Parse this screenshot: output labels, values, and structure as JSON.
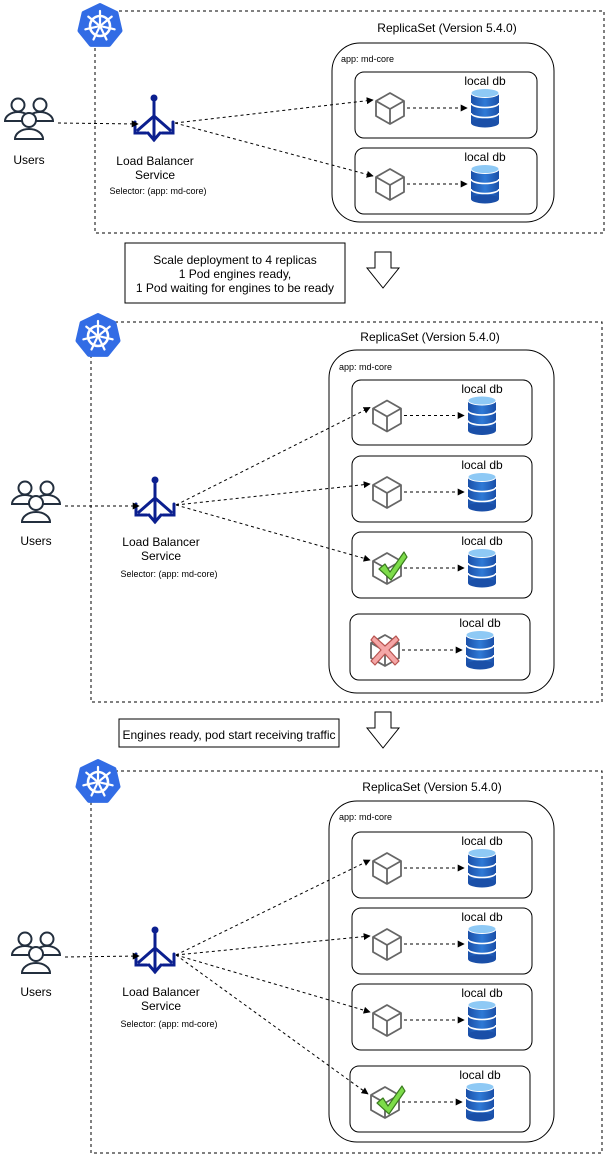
{
  "colors": {
    "k8s_blue": "#326ce5",
    "lb_blue": "#0b1f8f",
    "db_blue": "#1f5fbf",
    "db_light": "#8ec9f5",
    "pod_gray": "#666666",
    "check_green": "#7ddc4a",
    "cross_red": "#f5a7a7",
    "cross_stroke": "#b85450"
  },
  "icons": {
    "kubernetes": "kubernetes-icon",
    "users": "users-icon",
    "load_balancer": "load-balancer-icon",
    "pod": "cube-icon",
    "database": "database-icon",
    "ready": "checkmark-icon",
    "not_ready": "cross-icon"
  },
  "stages": [
    {
      "users_label": "Users",
      "lb_label_1": "Load Balancer",
      "lb_label_2": "Service",
      "selector_label": "Selector: (app: md-core)",
      "replicaset_title": "ReplicaSet (Version 5.4.0)",
      "app_label": "app: md-core",
      "pods": [
        {
          "db_label": "local db",
          "status": "none",
          "traffic": true
        },
        {
          "db_label": "local db",
          "status": "none",
          "traffic": true
        }
      ]
    },
    {
      "users_label": "Users",
      "lb_label_1": "Load Balancer",
      "lb_label_2": "Service",
      "selector_label": "Selector: (app: md-core)",
      "replicaset_title": "ReplicaSet (Version 5.4.0)",
      "app_label": "app: md-core",
      "pods": [
        {
          "db_label": "local db",
          "status": "none",
          "traffic": true
        },
        {
          "db_label": "local db",
          "status": "none",
          "traffic": true
        },
        {
          "db_label": "local db",
          "status": "ready",
          "traffic": true
        },
        {
          "db_label": "local db",
          "status": "not-ready",
          "traffic": false
        }
      ]
    },
    {
      "users_label": "Users",
      "lb_label_1": "Load Balancer",
      "lb_label_2": "Service",
      "selector_label": "Selector: (app: md-core)",
      "replicaset_title": "ReplicaSet (Version 5.4.0)",
      "app_label": "app: md-core",
      "pods": [
        {
          "db_label": "local db",
          "status": "none",
          "traffic": true
        },
        {
          "db_label": "local db",
          "status": "none",
          "traffic": true
        },
        {
          "db_label": "local db",
          "status": "none",
          "traffic": true
        },
        {
          "db_label": "local db",
          "status": "ready",
          "traffic": true
        }
      ]
    }
  ],
  "transitions": [
    {
      "lines": [
        "Scale deployment to 4 replicas",
        "1 Pod engines ready,",
        "1 Pod waiting for engines to be ready"
      ]
    },
    {
      "lines": [
        "Engines ready, pod start receiving traffic"
      ]
    }
  ]
}
